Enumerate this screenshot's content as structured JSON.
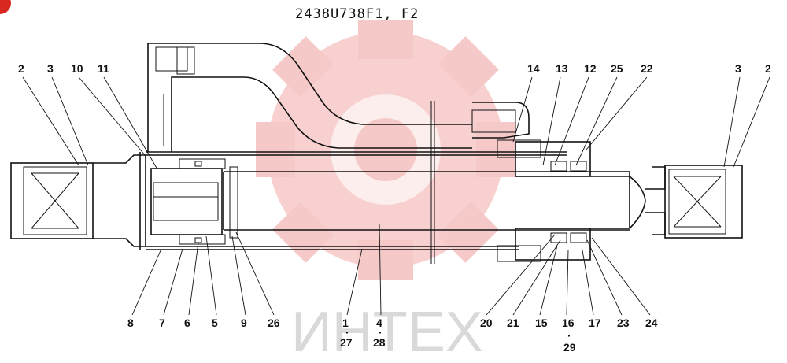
{
  "title": "2438U738F1, F2",
  "watermark_text": "ИНТЕХ",
  "colors": {
    "ink": "#111111",
    "watermark_gear": "#f6c9c9",
    "watermark_text": "#d9d9d9",
    "corner_badge": "#d9281f"
  },
  "callouts_top": [
    "2",
    "3",
    "10",
    "11",
    "14",
    "13",
    "12",
    "25",
    "22",
    "3",
    "2"
  ],
  "callouts_bottom": [
    "8",
    "7",
    "6",
    "5",
    "9",
    "26",
    "1",
    "4",
    "20",
    "21",
    "15",
    "16",
    "17",
    "23",
    "24"
  ],
  "callouts_sub": [
    "27",
    "28",
    "29"
  ]
}
